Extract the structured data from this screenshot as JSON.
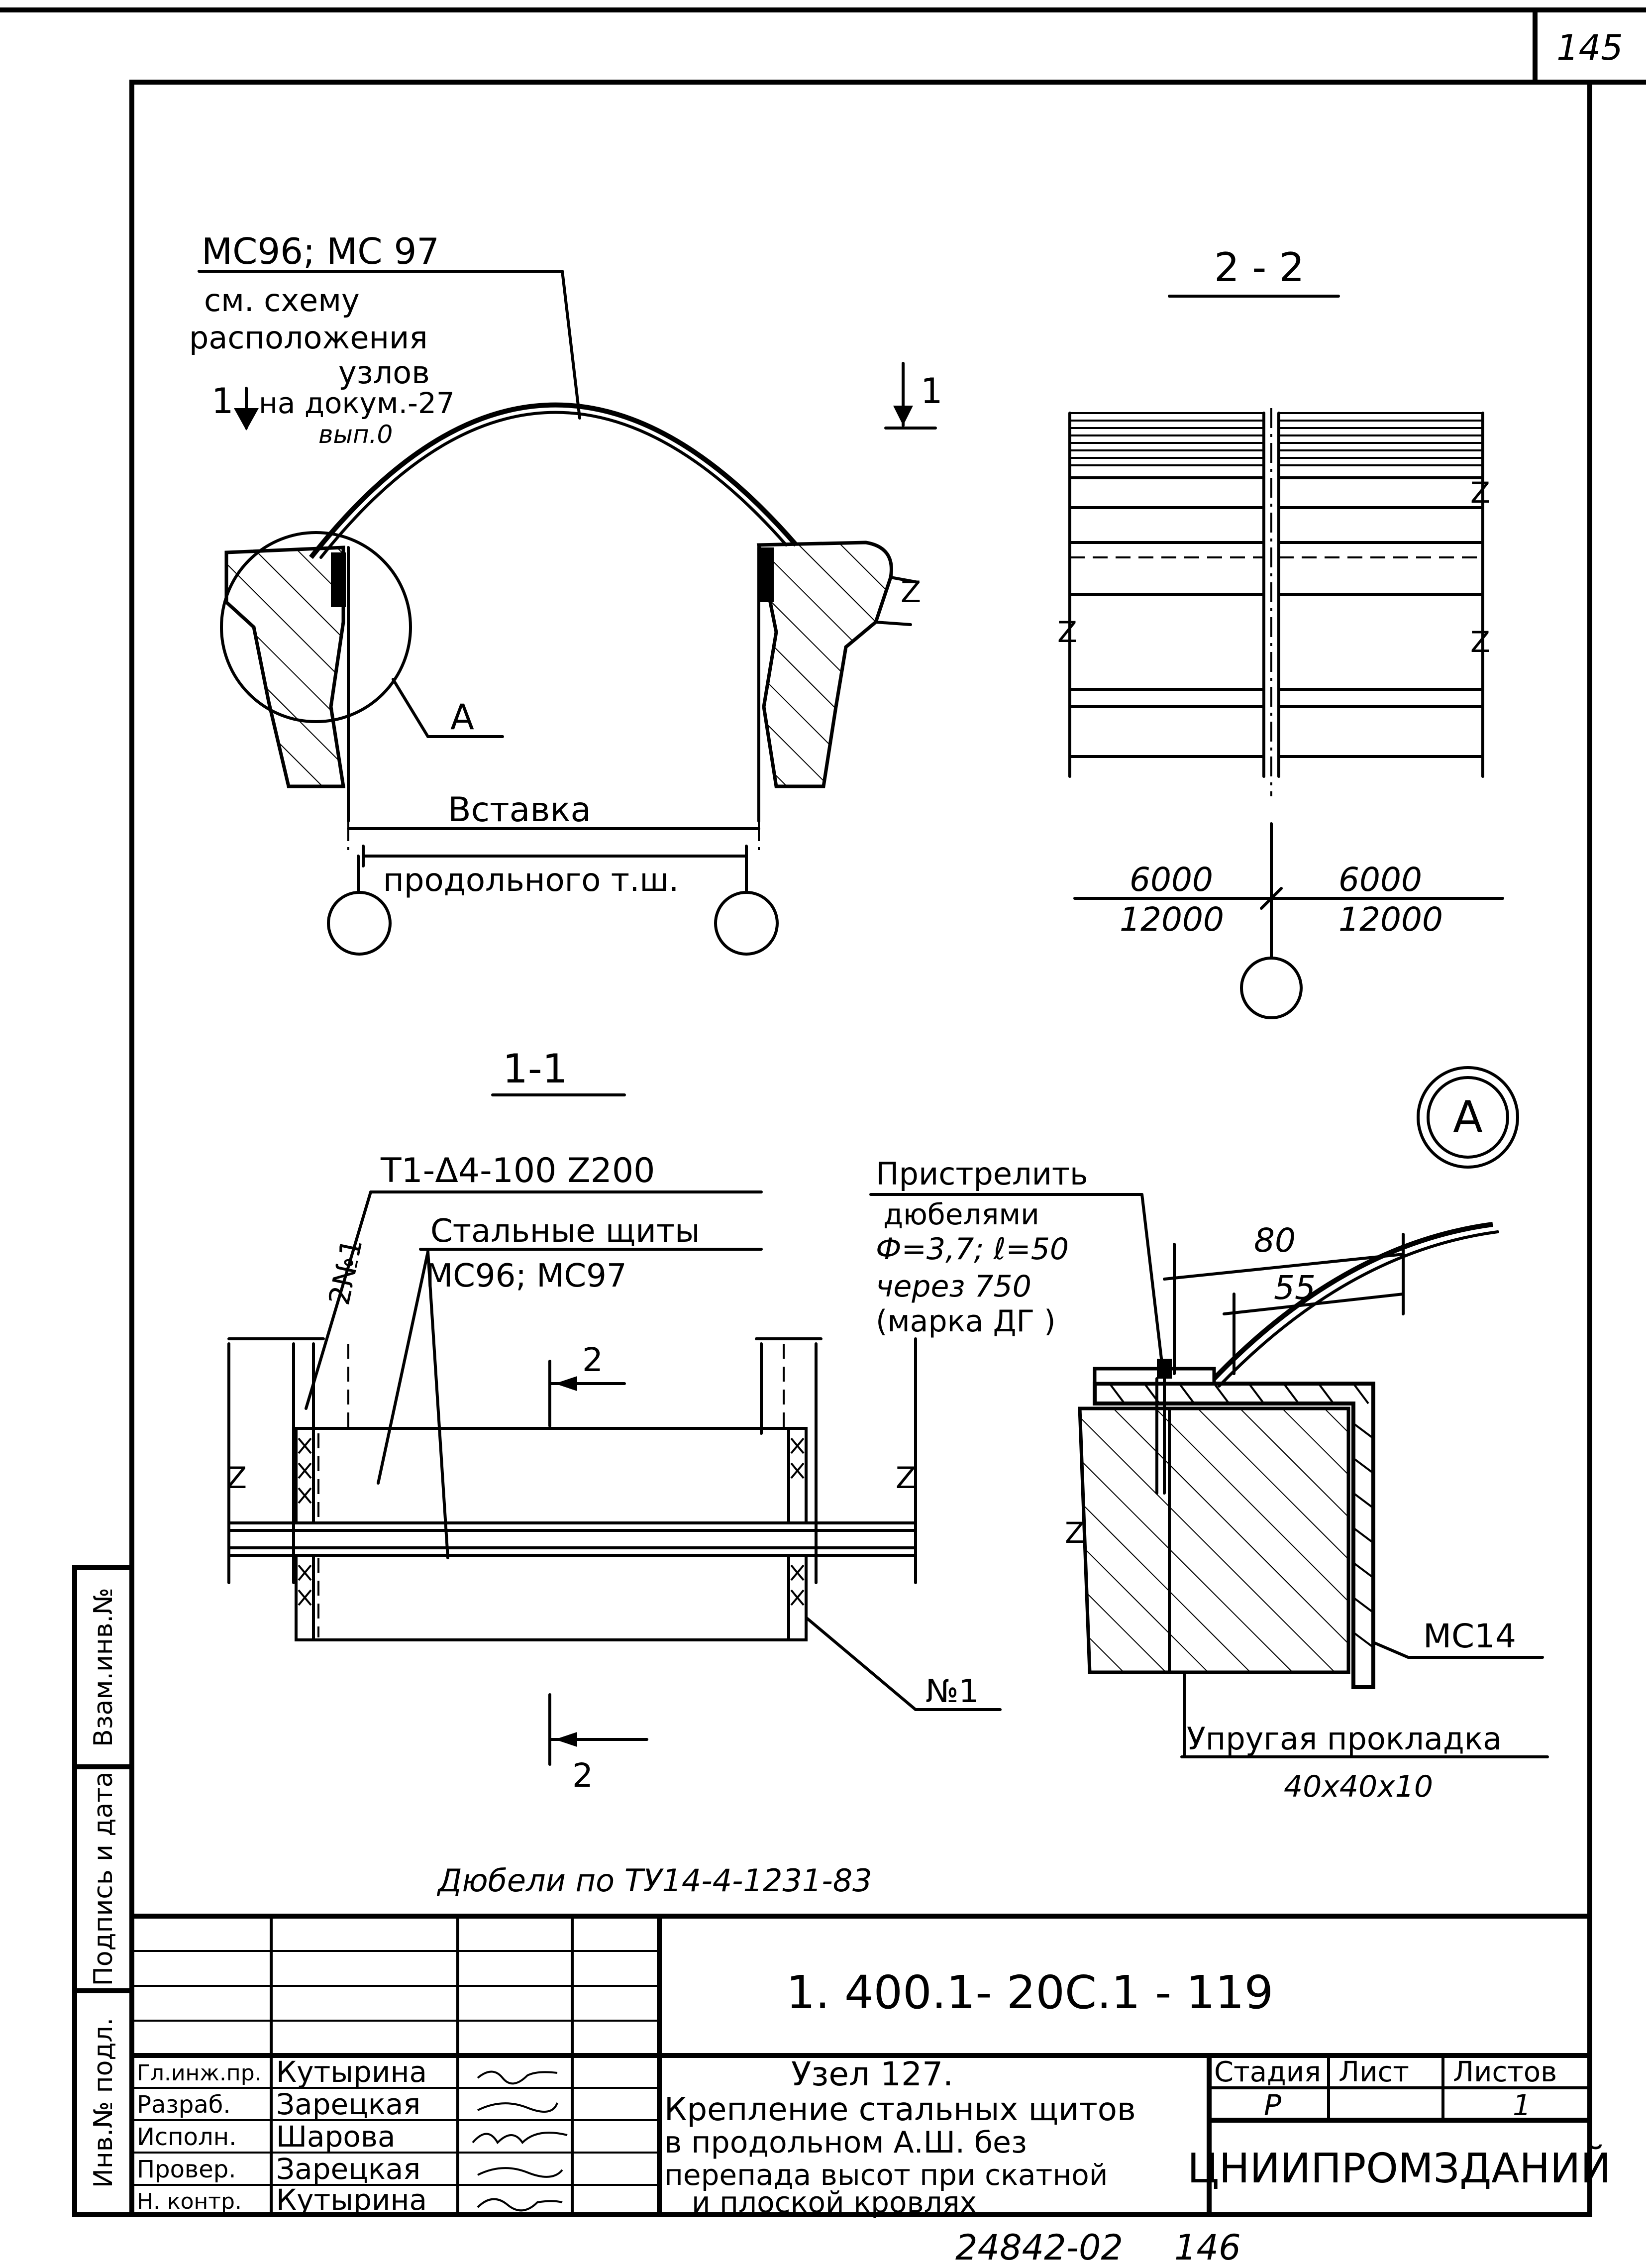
{
  "page_number": "145",
  "bottom_code": "24842-02",
  "bottom_page": "146",
  "label_mc96_mc97_top": "МС96; МС 97",
  "note_top": [
    "см. схему",
    "расположения",
    "узлов",
    "на докум.-27",
    "вып.0"
  ],
  "cut_marker_1": "1",
  "callout_a_label": "А",
  "insert_label": "Вставка",
  "insert_label2": "продольного т.ш.",
  "section_2_2_title": "2 - 2",
  "section_1_1_title": "1-1",
  "dim_6000_left": "6000",
  "dim_12000_left": "12000",
  "dim_6000_right": "6000",
  "dim_12000_right": "12000",
  "break_z": "Z",
  "detail_a_title": "А",
  "label_t1": "Т1-Δ4-100 Z200",
  "label_steel_shields": "Стальные щиты",
  "label_mc96_mc97_mid": "МС96; МС97",
  "label_2n1": "2№1",
  "cut_marker_2": "2",
  "label_n1": "№1",
  "dowel_note": [
    "Пристрелить",
    "дюбелями",
    "Ф=3,7; ℓ=50",
    "через 750",
    "(марка ДГ )"
  ],
  "dim_80": "80",
  "dim_55": "55",
  "label_mc14": "МС14",
  "elastic_pad": "Упругая прокладка",
  "elastic_pad_size": "40х40х10",
  "dowels_tu": "Дюбели по ТУ14-4-1231-83",
  "side_stamp": [
    "Взам.инв.№",
    "Подпись и дата",
    "Инв.№ подл."
  ],
  "title_block": {
    "doc_code": "1. 400.1- 20С.1 - 119",
    "rows": [
      {
        "role": "Гл.инж.пр.",
        "name": "Кутырина"
      },
      {
        "role": "Разраб.",
        "name": "Зарецкая"
      },
      {
        "role": "Исполн.",
        "name": "Шарова"
      },
      {
        "role": "Провер.",
        "name": "Зарецкая"
      },
      {
        "role": "Н. контр.",
        "name": "Кутырина"
      }
    ],
    "title_lines": [
      "Узел 127.",
      "Крепление стальных щитов",
      "в продольном А.Ш. без",
      "перепада высот при скатной",
      "и плоской кровлях"
    ],
    "stage_header": "Стадия",
    "sheet_header": "Лист",
    "sheets_header": "Листов",
    "stage_value": "Р",
    "sheets_value": "1",
    "org": "ЦНИИПРОМЗДАНИЙ"
  }
}
